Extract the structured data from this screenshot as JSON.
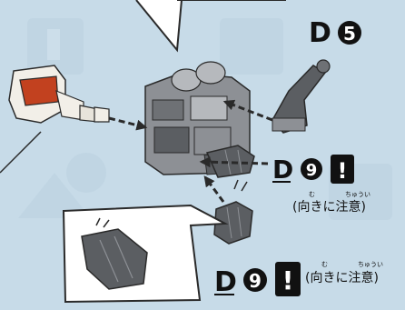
{
  "labels": {
    "part_d5_letter": "D",
    "part_d5_number": "5",
    "part_d9a_letter": "D",
    "part_d9a_number": "9",
    "part_d9b_letter": "D",
    "part_d9b_number": "9",
    "caution_mark": "!",
    "caution_note_a": "(向きに注意)",
    "caution_note_b": "(向きに注意)",
    "ruby_a_1": "む",
    "ruby_a_2": "ちゅうい",
    "ruby_b_1": "む",
    "ruby_b_2": "ちゅうい"
  },
  "colors": {
    "background": "#c7dbe8",
    "part_dark": "#5b5e62",
    "part_mid": "#8d9095",
    "part_light": "#b6b9bd",
    "red_part": "#c2411f",
    "white_part": "#f2efe8",
    "arrow": "#2a2a2a"
  }
}
